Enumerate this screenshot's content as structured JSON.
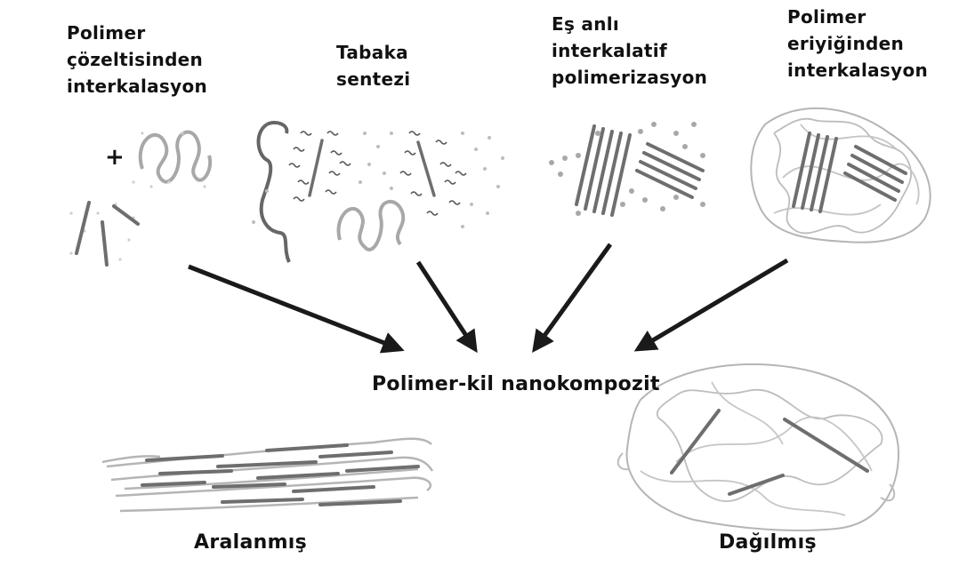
{
  "methods": [
    {
      "lines": [
        "Polimer",
        "çözeltisinden",
        "interkalasyon"
      ]
    },
    {
      "lines": [
        "Tabaka",
        "sentezi"
      ]
    },
    {
      "lines": [
        "Eş anlı",
        "interkalatif",
        "polimerizasyon"
      ]
    },
    {
      "lines": [
        "Polimer",
        "eriyiğinden",
        "interkalasyon"
      ]
    }
  ],
  "plus_sign": "+",
  "result": "Polimer-kil nanokompozit",
  "outcomes": {
    "left": "Aralanmış",
    "right": "Dağılmış"
  },
  "colors": {
    "text": "#111111",
    "arrow": "#1a1a1a",
    "platelet": "#6e6e6e",
    "polymer_chain": "#a8a8a8",
    "dots": "#bdbdbd"
  }
}
